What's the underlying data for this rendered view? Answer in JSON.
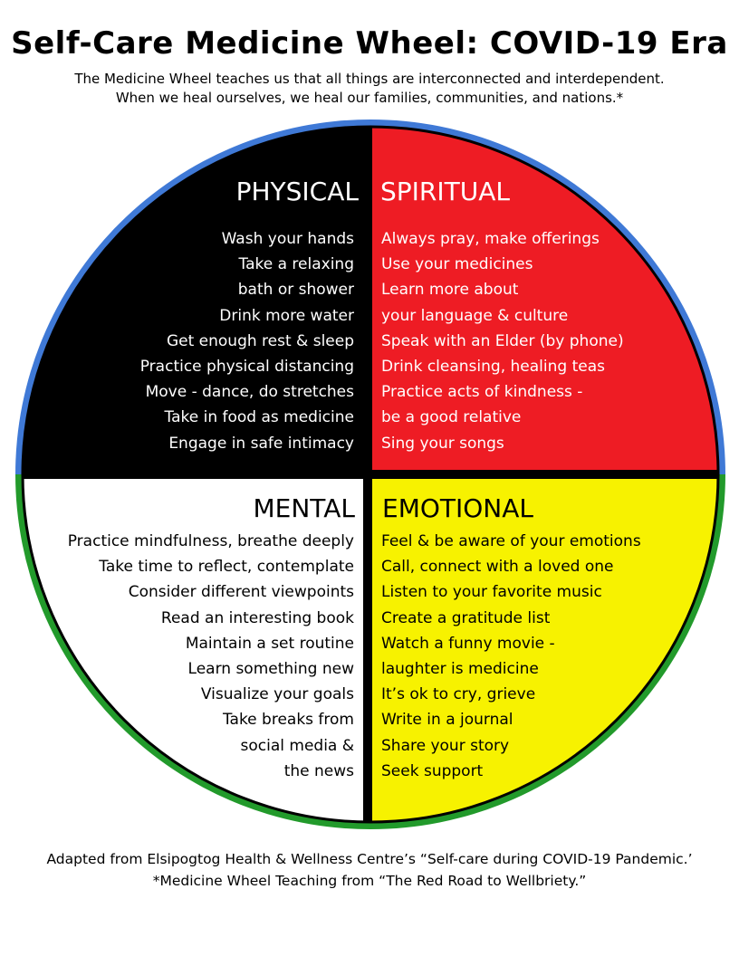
{
  "title": "Self-Care Medicine Wheel: COVID-19 Era",
  "subtitle_lines": [
    "The Medicine Wheel teaches us that all things are interconnected and interdependent.",
    "When we heal ourselves, we heal our families, communities, and nations.*"
  ],
  "colors": {
    "physical": "#000000",
    "spiritual": "#ee1c24",
    "mental": "#ffffff",
    "emotional": "#f7f200",
    "rim_top": "#3f79d6",
    "rim_bottom": "#229a2b"
  },
  "quadrants": {
    "physical": {
      "heading": "PHYSICAL",
      "items": [
        "Wash your hands",
        "Take a relaxing",
        "bath or shower",
        "Drink more water",
        "Get enough rest & sleep",
        "Practice physical distancing",
        "Move - dance, do stretches",
        "Take in food as medicine",
        "Engage in safe intimacy"
      ]
    },
    "spiritual": {
      "heading": "SPIRITUAL",
      "items": [
        "Always pray, make offerings",
        "Use your medicines",
        "Learn more about",
        "your language & culture",
        "Speak with an Elder (by phone)",
        "Drink cleansing, healing teas",
        "Practice acts of kindness -",
        "be a good relative",
        "Sing your songs"
      ]
    },
    "mental": {
      "heading": "MENTAL",
      "items": [
        "Practice mindfulness, breathe deeply",
        "Take time to reflect, contemplate",
        "Consider different viewpoints",
        "Read an interesting book",
        "Maintain a set routine",
        "Learn something new",
        "Visualize your goals",
        "Take breaks from",
        "social media &",
        "the news"
      ]
    },
    "emotional": {
      "heading": "EMOTIONAL",
      "items": [
        "Feel & be aware of your emotions",
        "Call, connect with a loved one",
        "Listen to your favorite music",
        "Create a gratitude list",
        "Watch a funny movie -",
        "laughter is medicine",
        "It’s ok to cry, grieve",
        "Write in a journal",
        "Share your story",
        "Seek support"
      ]
    }
  },
  "footer_lines": [
    "Adapted from Elsipogtog Health & Wellness Centre’s “Self-care during COVID-19 Pandemic.’",
    "*Medicine Wheel Teaching from “The Red Road to Wellbriety.”"
  ]
}
